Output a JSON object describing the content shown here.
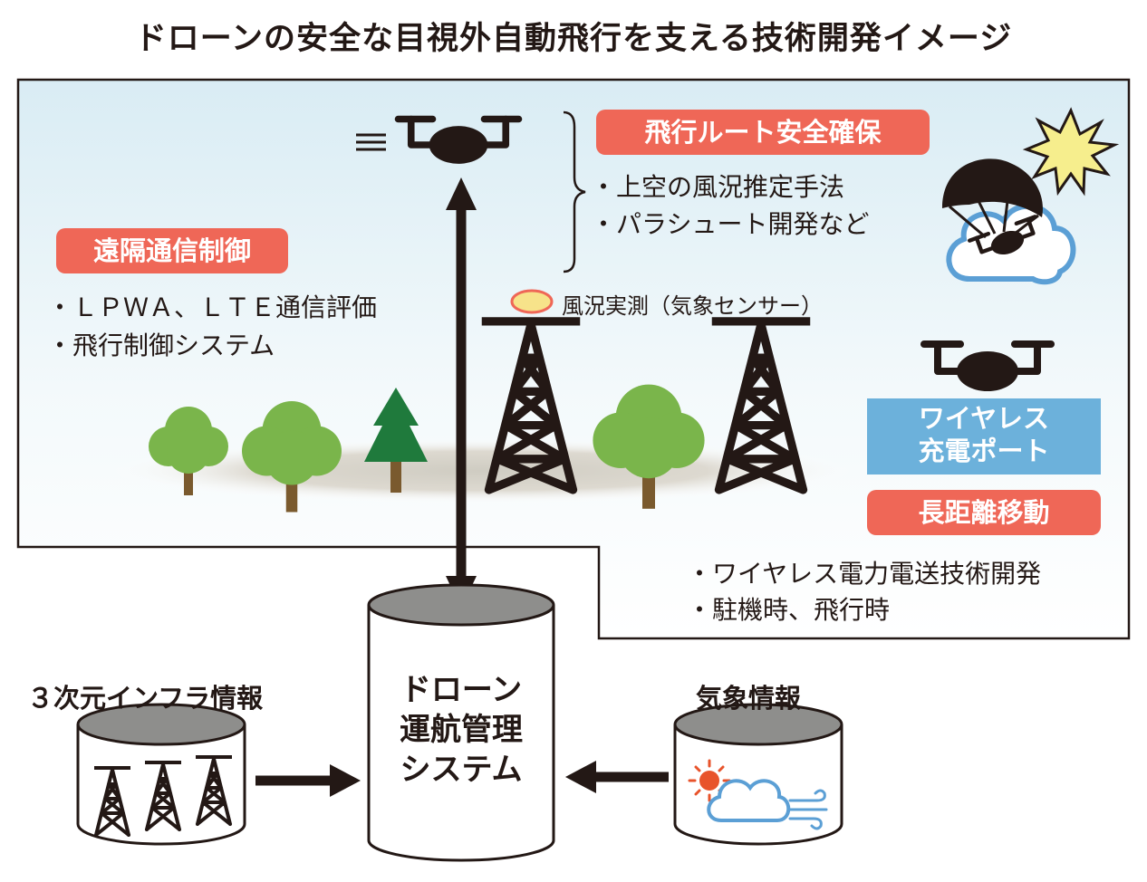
{
  "title": "ドローンの安全な目視外自動飛行を支える技術開発イメージ",
  "flight_route": {
    "heading": "飛行ルート安全確保",
    "items": [
      "・上空の風況推定手法",
      "・パラシュート開発など"
    ]
  },
  "remote": {
    "heading": "遠隔通信制御",
    "items": [
      "・ＬＰＷＡ、ＬＴＥ通信評価",
      "・飛行制御システム"
    ]
  },
  "wind_sensor": "風況実測（気象センサー）",
  "charging_port": {
    "line1": "ワイヤレス",
    "line2": "充電ポート"
  },
  "long_distance": {
    "heading": "長距離移動",
    "items": [
      "・ワイヤレス電力電送技術開発",
      "・駐機時、飛行時"
    ]
  },
  "infra_3d": "３次元インフラ情報",
  "weather_info": "気象情報",
  "utm": {
    "line1": "ドローン",
    "line2": "運航管理",
    "line3": "システム"
  },
  "colors": {
    "badge": "#ef6757",
    "charging_box": "#6cb1db",
    "sky_top": "#d9ecf4",
    "tree_light": "#7ab54b",
    "tree_dark": "#1f7a3c",
    "dark": "#231815",
    "cloud_outline": "#5b9fd5",
    "sun": "#e8532b",
    "sensor": "#f7e38a"
  }
}
